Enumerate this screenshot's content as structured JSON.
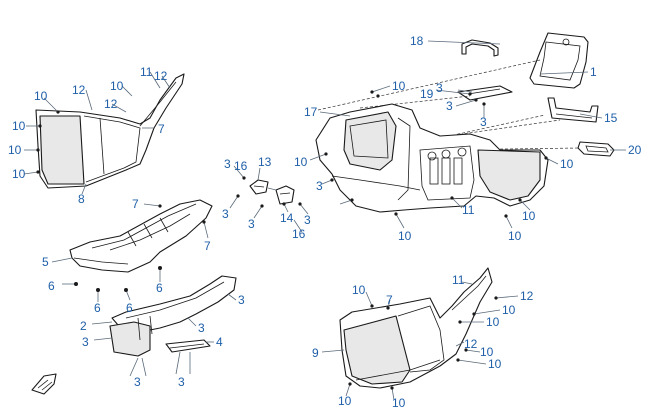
{
  "callouts": {
    "c18": "18",
    "c1": "1",
    "c19": "19",
    "c3a": "3",
    "c3b": "3",
    "c3c": "3",
    "c15": "15",
    "c20": "20",
    "c10a": "10",
    "c17": "17",
    "c10b": "10",
    "c3d": "3",
    "c10c": "10",
    "c11a": "11",
    "c10d": "10",
    "c10e": "10",
    "c10f": "10",
    "c3e": "3",
    "c16a": "16",
    "c13": "13",
    "c3f": "3",
    "c3g": "3",
    "c14": "14",
    "c3h": "3",
    "c16b": "16",
    "c10g": "10",
    "c11b": "11",
    "c12a": "12",
    "c10h": "10",
    "c12b": "12",
    "c10i": "10",
    "c10j": "10",
    "c10k": "10",
    "c7a": "7",
    "c8": "8",
    "c7b": "7",
    "c7c": "7",
    "c5": "5",
    "c6a": "6",
    "c6b": "6",
    "c6c": "6",
    "c6d": "6",
    "c3i": "3",
    "c2": "2",
    "c3j": "3",
    "c3k": "3",
    "c4": "4",
    "c3l": "3",
    "c3m": "3",
    "c10l": "10",
    "c7d": "7",
    "c11c": "11",
    "c12c": "12",
    "c10m": "10",
    "c10n": "10",
    "c9": "9",
    "c12d": "12",
    "c10o": "10",
    "c10p": "10",
    "c10q": "10",
    "c10r": "10"
  },
  "colors": {
    "callout": "#1f5fa8",
    "line": "#1a1a1a",
    "leader": "#5a6a7a"
  },
  "icons": {
    "front_arrow": "arrow-indicator-icon"
  }
}
